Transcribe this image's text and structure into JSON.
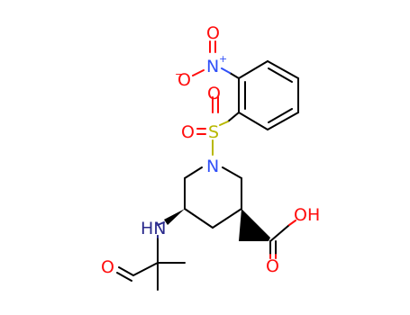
{
  "colors": {
    "bond": "#000000",
    "oxygen": "#ff0d0d",
    "nitrogen": "#3050f8",
    "nitrogen_amine": "#2a2a8c",
    "sulfur": "#b8b800",
    "background": "#ffffff"
  },
  "atoms": {
    "nitro_o_top": "O",
    "nitro_n": "N",
    "nitro_charge_plus": "+",
    "nitro_o_minus": "O",
    "nitro_charge_minus": "−",
    "sulfonyl_o_top": "O",
    "sulfonyl_s": "S",
    "sulfonyl_o_left": "O",
    "piperidine_n": "N",
    "amine_nh": "HN",
    "acid_oh": "OH",
    "acid_o": "O",
    "aldehyde_o": "O"
  }
}
